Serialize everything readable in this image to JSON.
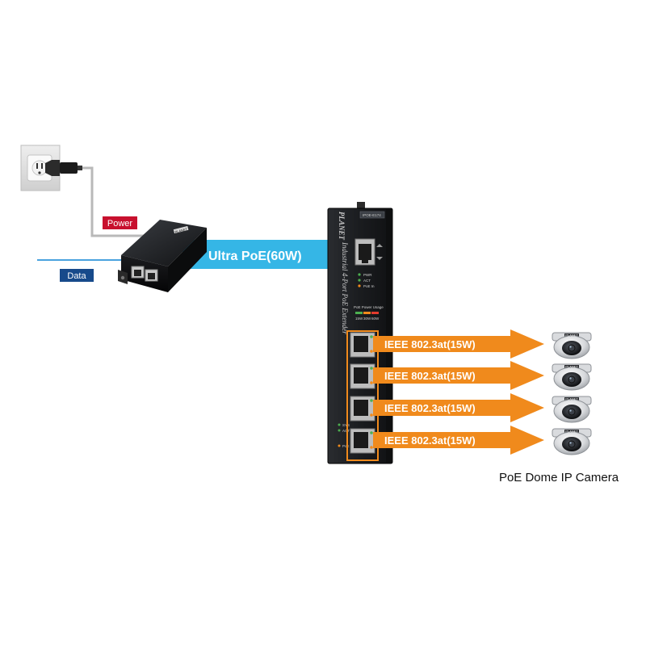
{
  "labels": {
    "power": "Power",
    "data": "Data",
    "ultra_poe": "Ultra PoE(60W)",
    "camera_caption": "PoE Dome IP Camera"
  },
  "switch": {
    "brand": "PLANET",
    "model_text": "Industrial 4-Port PoE Extender",
    "model_badge": "IPOE-E174",
    "led_labels": [
      "PWR",
      "ACT",
      "PoE In"
    ],
    "power_usage_label": "PoE Power Usage",
    "power_usage_scale": [
      "15W",
      "30W",
      "60W"
    ],
    "bottom_led_labels": [
      "SYS",
      "ACT",
      "PoE Out"
    ]
  },
  "ports": [
    {
      "label": "IEEE 802.3at(15W)"
    },
    {
      "label": "IEEE 802.3at(15W)"
    },
    {
      "label": "IEEE 802.3at(15W)"
    },
    {
      "label": "IEEE 802.3at(15W)"
    }
  ],
  "injector": {
    "brand": "PLANET"
  },
  "camera": {
    "brand": "PLANET",
    "count": 4
  },
  "colors": {
    "power_label_bg": "#c8102e",
    "data_label_bg": "#174a8b",
    "ultra_poe_arrow": "#35b6e6",
    "port_arrow": "#f08a1c",
    "cable_gray": "#b9b9b9",
    "data_line": "#4aa3df",
    "device_body": "#1d1f22"
  }
}
